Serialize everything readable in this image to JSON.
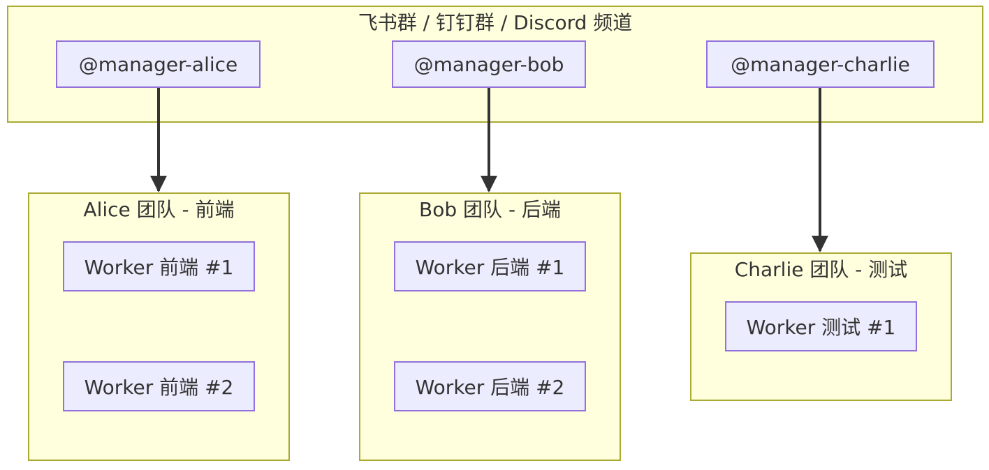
{
  "channel": {
    "title": "飞书群 / 钉钉群 / Discord 频道",
    "managers": [
      "@manager-alice",
      "@manager-bob",
      "@manager-charlie"
    ]
  },
  "teams": {
    "alice": {
      "title": "Alice 团队 - 前端",
      "workers": [
        "Worker 前端 #1",
        "Worker 前端 #2"
      ]
    },
    "bob": {
      "title": "Bob 团队 - 后端",
      "workers": [
        "Worker 后端 #1",
        "Worker 后端 #2"
      ]
    },
    "charlie": {
      "title": "Charlie 团队 - 测试",
      "workers": [
        "Worker 测试 #1"
      ]
    }
  },
  "colors": {
    "cluster_fill": "#ffffde",
    "cluster_border": "#aaaa33",
    "node_fill": "#ececff",
    "node_border": "#9370db",
    "edge": "#333333"
  }
}
